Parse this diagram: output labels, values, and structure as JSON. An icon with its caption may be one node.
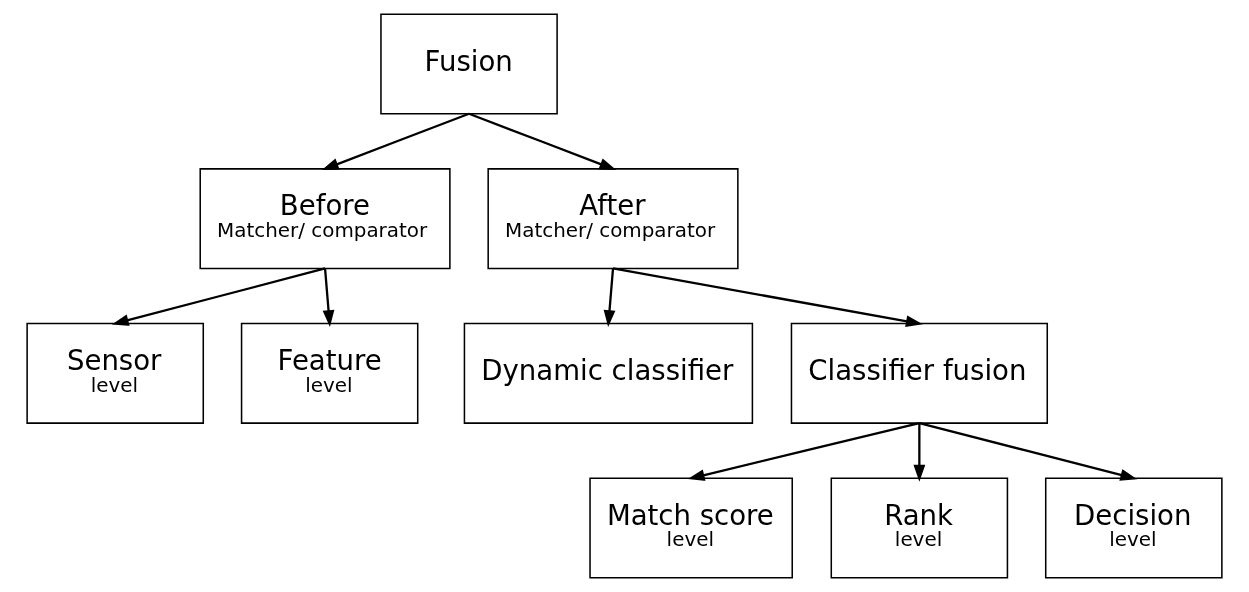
{
  "diagram": {
    "nodes": [
      {
        "text": [
          "Fusion"
        ]
      },
      {
        "text": [
          "Before",
          "Matcher/ comparator"
        ]
      },
      {
        "text": [
          "After",
          "Matcher/ comparator"
        ]
      },
      {
        "text": [
          "Sensor",
          "level"
        ]
      },
      {
        "text": [
          "Feature",
          "level"
        ]
      },
      {
        "text": [
          "Dynamic classifier"
        ]
      },
      {
        "text": [
          "Classifier fusion"
        ]
      },
      {
        "text": [
          "Match score",
          "level"
        ]
      },
      {
        "text": [
          "Rank",
          "level"
        ]
      },
      {
        "text": [
          "Decision",
          "level"
        ]
      }
    ],
    "edges": [
      {
        "from": 0,
        "to": 1,
        "arrow": "to"
      },
      {
        "from": 0,
        "to": 2,
        "arrow": "to"
      },
      {
        "from": 1,
        "to": 3,
        "arrow": "to"
      },
      {
        "from": 1,
        "to": 4,
        "arrow": "to"
      },
      {
        "from": 2,
        "to": 5,
        "arrow": "to"
      },
      {
        "from": 2,
        "to": 6,
        "arrow": "to"
      },
      {
        "from": 6,
        "to": 7,
        "arrow": "to"
      },
      {
        "from": 6,
        "to": 8,
        "arrow": "to"
      },
      {
        "from": 6,
        "to": 9,
        "arrow": "to"
      }
    ]
  }
}
